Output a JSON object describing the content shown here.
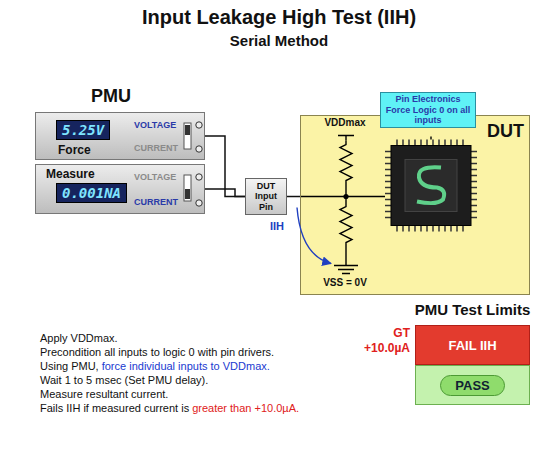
{
  "diagram": {
    "title": "Input Leakage High Test (IIH)",
    "nodes": [
      {
        "text": [
          "PMU",
          "5.25V",
          "VOLTAGE",
          "Force",
          "CURRENT"
        ]
      },
      {
        "text": [
          "Measure",
          "0.001NA",
          "VOLTAGE",
          "CURRENT"
        ]
      },
      {
        "text": [
          "DUT Input Pin"
        ]
      },
      {
        "text": [
          "DUT"
        ]
      },
      {
        "text": [
          "Pin Electronics Force Logic 0 on all inputs"
        ]
      },
      {
        "text": [
          "PMU Test Limits",
          "FAIL IIH"
        ]
      },
      {
        "text": [
          "PASS"
        ]
      }
    ],
    "edges": [
      {
        "from": 0,
        "to": 2,
        "arrow": "none"
      },
      {
        "from": 1,
        "to": 2,
        "arrow": "none"
      },
      {
        "from": 2,
        "to": 3,
        "arrow": "none"
      }
    ],
    "labels": [
      "Serial Method",
      "VDDmax",
      "IIH",
      "VSS = 0V",
      "GT",
      "+10.0µA",
      "Apply VDDmax.",
      "Precondition all inputs to logic 0 with pin drivers.",
      "Using PMU,",
      "force individual inputs to VDDmax.",
      "Wait 1 to 5 msec (Set PMU delay).",
      "Measure resultant current.",
      "Fails IIH if measured current is",
      "greater than +10.0µA."
    ]
  }
}
